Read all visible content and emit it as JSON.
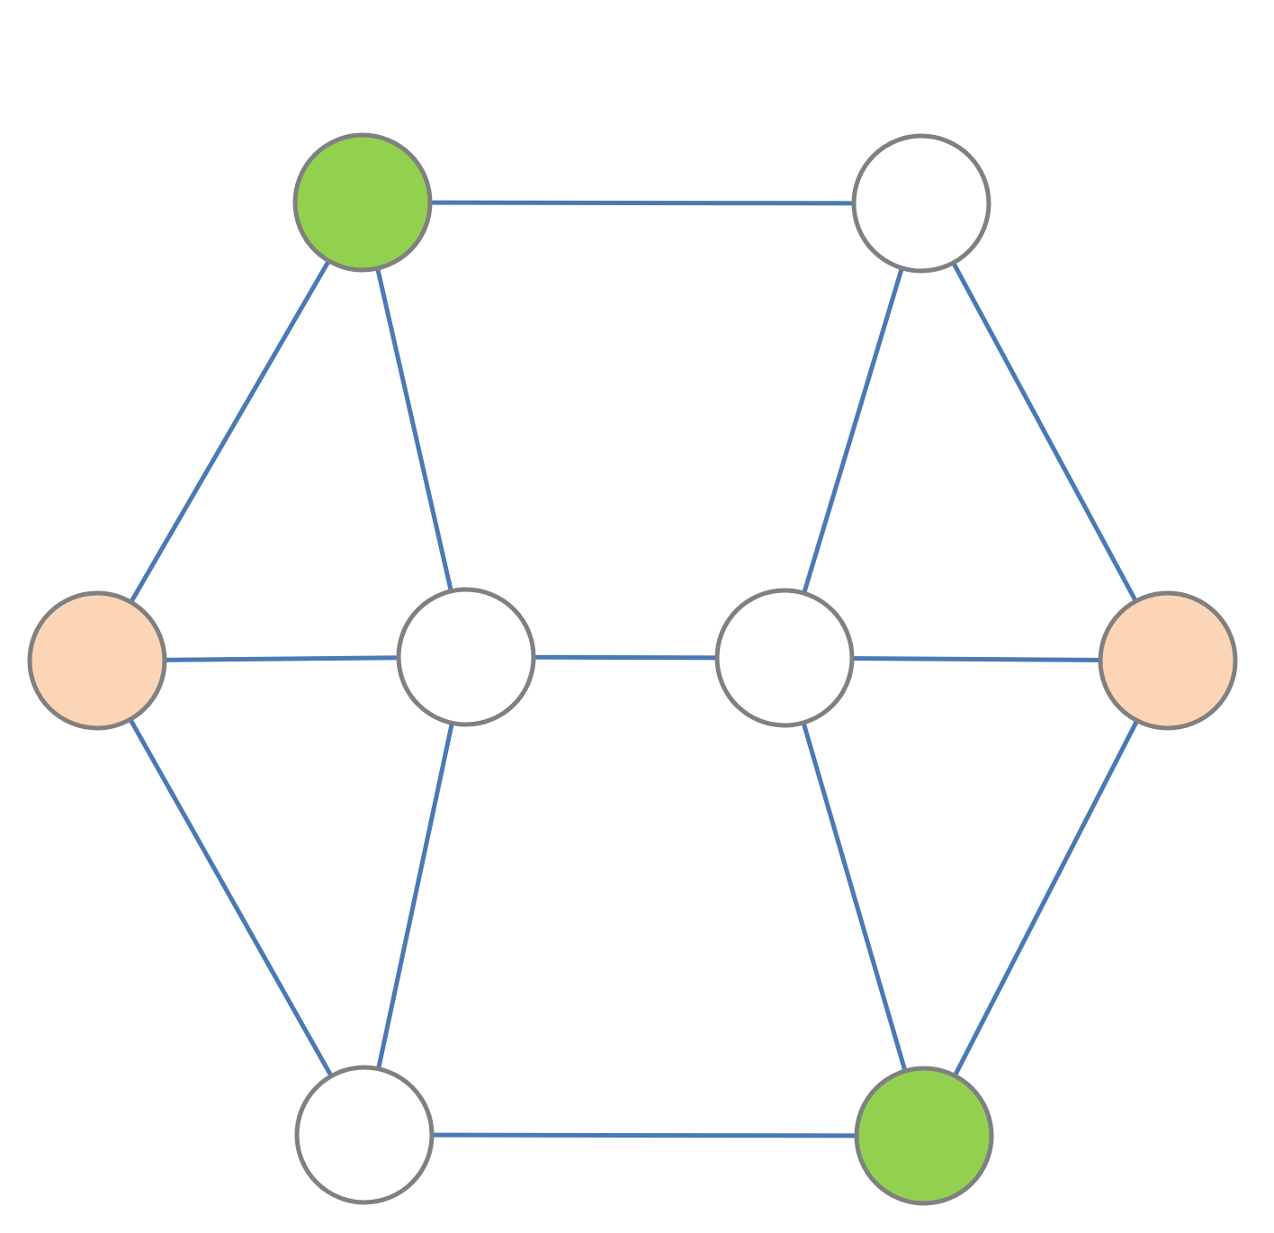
{
  "colors": {
    "background": "#ffffff",
    "edge": "#4a7ab5",
    "node_stroke": "#808080",
    "green": "#92d050",
    "peach": "#fbd5b5",
    "white": "#ffffff"
  },
  "nodes": [
    {
      "id": "top-left",
      "fill": "green"
    },
    {
      "id": "top-right",
      "fill": "white"
    },
    {
      "id": "mid-left-outer",
      "fill": "peach"
    },
    {
      "id": "mid-left-inner",
      "fill": "white"
    },
    {
      "id": "mid-right-inner",
      "fill": "white"
    },
    {
      "id": "mid-right-outer",
      "fill": "peach"
    },
    {
      "id": "bottom-left",
      "fill": "white"
    },
    {
      "id": "bottom-right",
      "fill": "green"
    }
  ],
  "edges": [
    [
      "top-left",
      "top-right"
    ],
    [
      "top-left",
      "mid-left-outer"
    ],
    [
      "top-left",
      "mid-left-inner"
    ],
    [
      "top-right",
      "mid-right-inner"
    ],
    [
      "top-right",
      "mid-right-outer"
    ],
    [
      "mid-left-outer",
      "mid-left-inner"
    ],
    [
      "mid-left-inner",
      "mid-right-inner"
    ],
    [
      "mid-right-inner",
      "mid-right-outer"
    ],
    [
      "mid-left-outer",
      "bottom-left"
    ],
    [
      "mid-left-inner",
      "bottom-left"
    ],
    [
      "mid-right-inner",
      "bottom-right"
    ],
    [
      "mid-right-outer",
      "bottom-right"
    ],
    [
      "bottom-left",
      "bottom-right"
    ]
  ]
}
